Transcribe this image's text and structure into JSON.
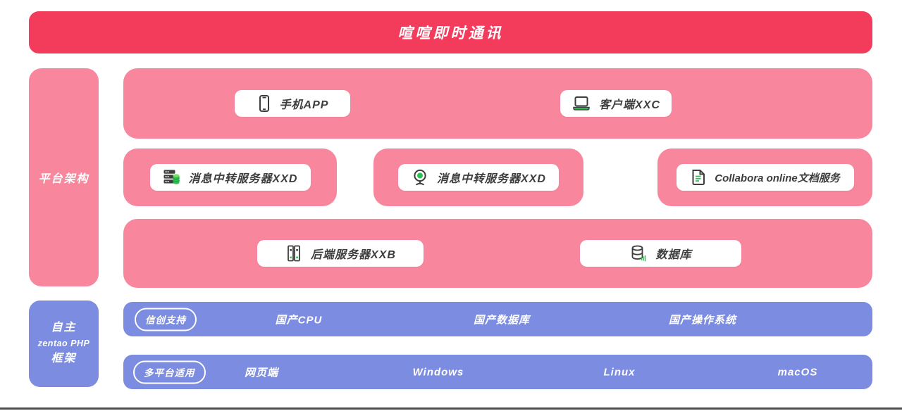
{
  "colors": {
    "red": "#f33c5c",
    "pink": "#f8879e",
    "blue": "#7c8ce1",
    "green": "#2fbf55",
    "green_dark": "#1d9e3f",
    "green_light": "#79dd66",
    "dark": "#3d3d3d",
    "line": "#4f4f4f"
  },
  "banner": {
    "title": "喧喧即时通讯"
  },
  "sidebar": {
    "platform": "平台架构",
    "framework_line1": "自主",
    "framework_line2": "zentao PHP",
    "framework_line3": "框架"
  },
  "client_row": {
    "phone_icon": "smartphone-icon",
    "phone_label": "手机APP",
    "client_icon": "laptop-icon",
    "client_label": "客户端XXC"
  },
  "middle_row": {
    "box1_icon": "server-stack-database-icon",
    "box1_label": "消息中转服务器XXD",
    "box2_icon": "webcam-icon",
    "box2_label": "消息中转服务器XXD",
    "box3_icon": "document-icon",
    "box3_label": "Collabora online文档服务"
  },
  "backend_row": {
    "backend_icon": "tower-server-icon",
    "backend_label": "后端服务器XXB",
    "database_icon": "database-icon",
    "database_label": "数据库"
  },
  "xinchuang_row": {
    "pill": "信创支持",
    "items": [
      "国产CPU",
      "国产数据库",
      "国产操作系统"
    ]
  },
  "platform_row": {
    "pill": "多平台适用",
    "items": [
      "网页端",
      "Windows",
      "Linux",
      "macOS"
    ]
  }
}
